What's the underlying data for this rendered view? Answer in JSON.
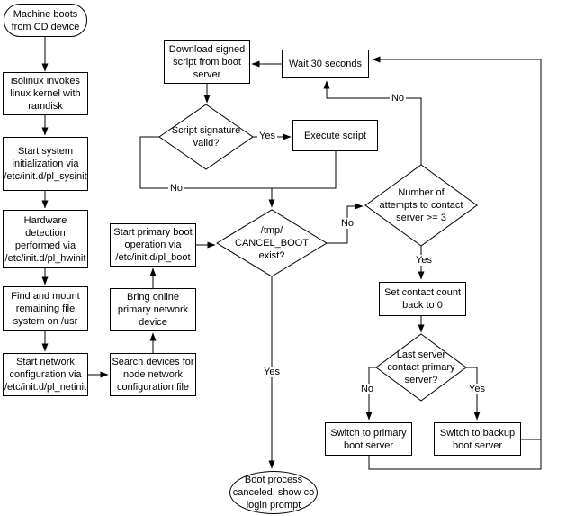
{
  "title": "Boot process flowchart",
  "colors": {
    "background": "#ffffff",
    "line": "#000000",
    "node_fill": "#ffffff",
    "text": "#000000"
  },
  "nodes": {
    "start": {
      "shape": "terminator",
      "label": "Machine boots\nfrom CD device"
    },
    "isolinux": {
      "shape": "process",
      "label": "isolinux invokes\nlinux kernel with\nramdisk"
    },
    "sysinit": {
      "shape": "process",
      "label": "Start system\ninitialization via\n/etc/init.d/pl_sysinit"
    },
    "hwinit": {
      "shape": "process",
      "label": "Hardware\ndetection\nperformed via\n/etc/init.d/pl_hwinit"
    },
    "findmount": {
      "shape": "process",
      "label": "Find and mount\nremaining file\nsystem on /usr"
    },
    "netinit": {
      "shape": "process",
      "label": "Start network\nconfiguration via\n/etc/init.d/pl_netinit"
    },
    "search": {
      "shape": "process",
      "label": "Search devices for\nnode network\nconfiguration file"
    },
    "bring_online": {
      "shape": "process",
      "label": "Bring online\nprimary network\ndevice"
    },
    "pl_boot": {
      "shape": "process",
      "label": "Start primary boot\noperation via\n/etc/init.d/pl_boot"
    },
    "download": {
      "shape": "process",
      "label": "Download signed\nscript from boot\nserver"
    },
    "wait30": {
      "shape": "process",
      "label": "Wait 30 seconds"
    },
    "sig_valid": {
      "shape": "decision",
      "label": "Script signature\nvalid?"
    },
    "execute": {
      "shape": "process",
      "label": "Execute script"
    },
    "cancel_boot": {
      "shape": "decision",
      "label": "/tmp/\nCANCEL_BOOT\nexist?"
    },
    "attempts": {
      "shape": "decision",
      "label": "Number of\nattempts to contact\nserver >= 3"
    },
    "set_count": {
      "shape": "process",
      "label": "Set contact count\nback to 0"
    },
    "last_server": {
      "shape": "decision",
      "label": "Last server\ncontact primary\nserver?"
    },
    "switch_primary": {
      "shape": "process",
      "label": "Switch to primary\nboot server"
    },
    "switch_backup": {
      "shape": "process",
      "label": "Switch to backup\nboot server"
    },
    "end": {
      "shape": "terminator",
      "label": "Boot process\ncanceled, show co\nlogin prompt"
    }
  },
  "edge_labels": {
    "sig_yes": "Yes",
    "sig_no": "No",
    "cancel_no": "No",
    "cancel_yes": "Yes",
    "attempts_no": "No",
    "attempts_yes": "Yes",
    "last_no": "No",
    "last_yes": "Yes"
  },
  "edges": [
    {
      "from": "start",
      "to": "isolinux"
    },
    {
      "from": "isolinux",
      "to": "sysinit"
    },
    {
      "from": "sysinit",
      "to": "hwinit"
    },
    {
      "from": "hwinit",
      "to": "findmount"
    },
    {
      "from": "findmount",
      "to": "netinit"
    },
    {
      "from": "netinit",
      "to": "search"
    },
    {
      "from": "search",
      "to": "bring_online"
    },
    {
      "from": "bring_online",
      "to": "pl_boot"
    },
    {
      "from": "pl_boot",
      "to": "cancel_boot"
    },
    {
      "from": "wait30",
      "to": "download"
    },
    {
      "from": "download",
      "to": "sig_valid"
    },
    {
      "from": "sig_valid",
      "to": "execute",
      "label": "Yes"
    },
    {
      "from": "sig_valid",
      "to": "cancel_boot",
      "label": "No"
    },
    {
      "from": "execute",
      "to": "cancel_boot"
    },
    {
      "from": "cancel_boot",
      "to": "attempts",
      "label": "No"
    },
    {
      "from": "cancel_boot",
      "to": "end",
      "label": "Yes"
    },
    {
      "from": "attempts",
      "to": "wait30",
      "label": "No"
    },
    {
      "from": "attempts",
      "to": "set_count",
      "label": "Yes"
    },
    {
      "from": "set_count",
      "to": "last_server"
    },
    {
      "from": "last_server",
      "to": "switch_primary",
      "label": "No"
    },
    {
      "from": "last_server",
      "to": "switch_backup",
      "label": "Yes"
    },
    {
      "from": "switch_primary",
      "to": "wait30"
    },
    {
      "from": "switch_backup",
      "to": "wait30"
    }
  ]
}
